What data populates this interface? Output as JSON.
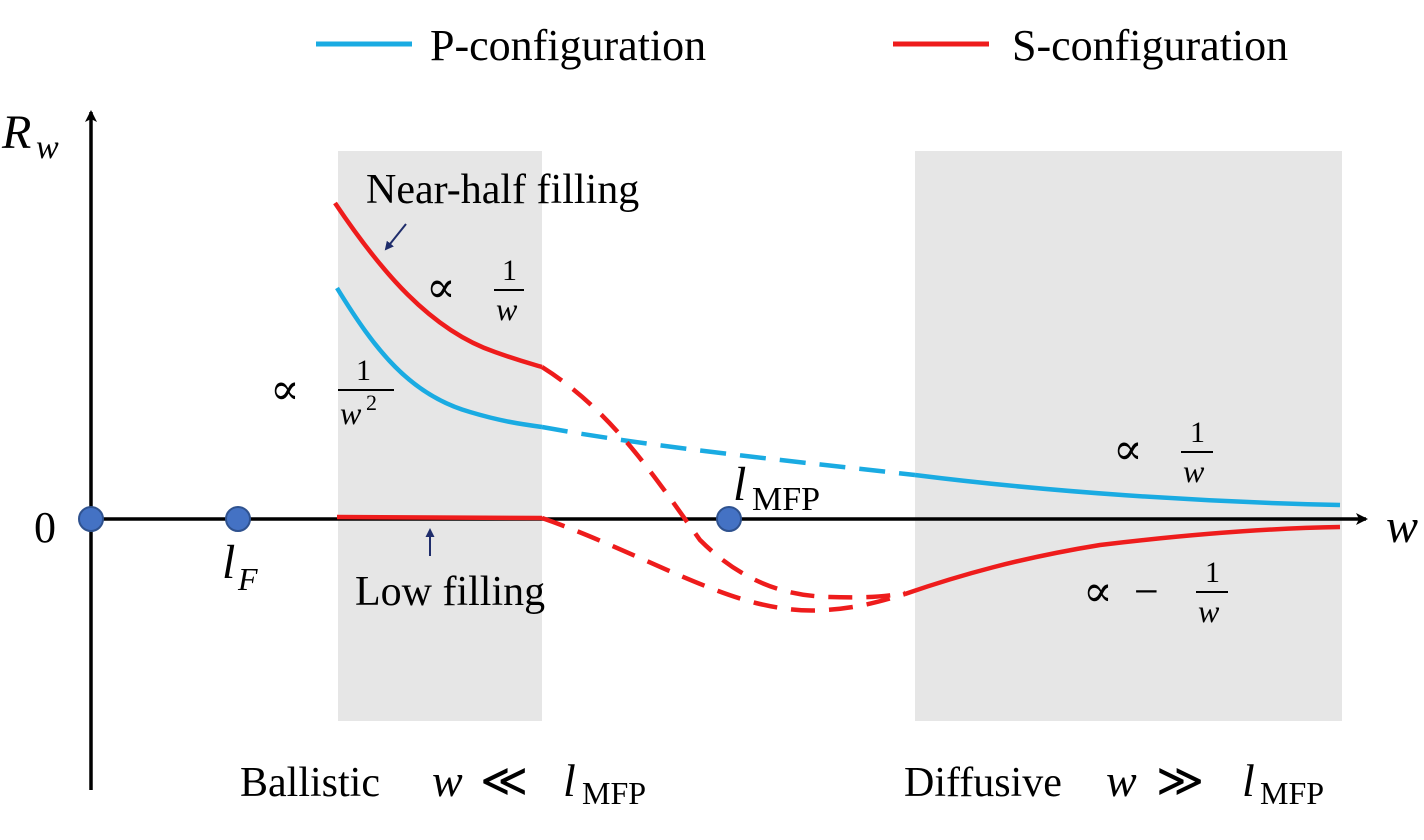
{
  "legend": {
    "items": [
      {
        "label": "P-configuration",
        "color": "#1aabe2"
      },
      {
        "label": "S-configuration",
        "color": "#ee1c1c"
      }
    ]
  },
  "axes": {
    "y_label": {
      "main": "R",
      "sub": "w"
    },
    "x_label": "w",
    "origin_label": "0"
  },
  "points": {
    "lF": {
      "main": "l",
      "sub": "F"
    },
    "lMFP": {
      "main": "l",
      "sub": "MFP"
    }
  },
  "regions": {
    "ballistic": {
      "word": "Ballistic",
      "math_w": "w",
      "rel": "≪",
      "l": "l",
      "sub": "MFP"
    },
    "diffusive": {
      "word": "Diffusive",
      "math_w": "w",
      "rel": "≫",
      "l": "l",
      "sub": "MFP"
    }
  },
  "annotations": {
    "near_half": "Near-half filling",
    "low_filling": "Low filling",
    "prop": "∝",
    "minus": "−",
    "one": "1",
    "w": "w",
    "exp2": "2"
  },
  "colors": {
    "p_line": "#1aabe2",
    "s_line": "#ee1c1c",
    "shade": "#e6e6e6",
    "marker": "#4472c4",
    "axis": "#000000",
    "arrow": "#1f2d6b"
  }
}
